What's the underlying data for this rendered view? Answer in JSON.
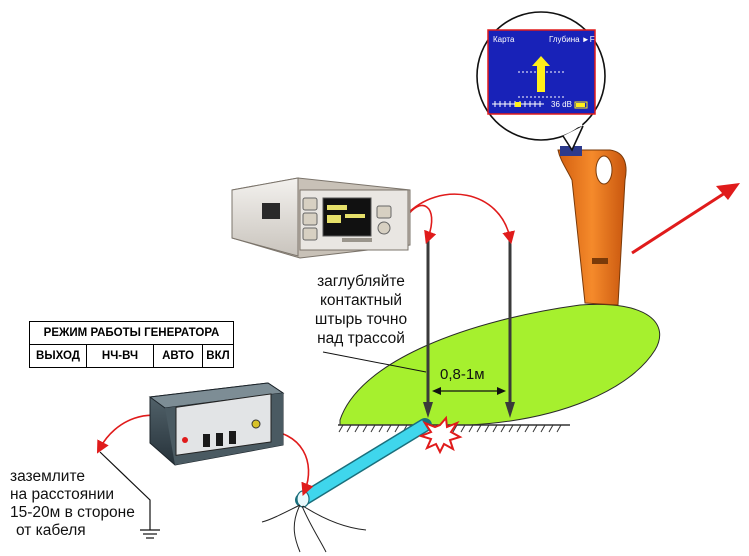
{
  "mode_table": {
    "header": "РЕЖИМ РАБОТЫ ГЕНЕРАТОРА",
    "cells": [
      "ВЫХОД",
      "НЧ-ВЧ",
      "АВТО",
      "ВКЛ"
    ]
  },
  "labels": {
    "stake_instruction": [
      "заглубляйте",
      "контактный",
      "штырь точно",
      "над трассой"
    ],
    "ground_instruction": [
      "заземлите",
      "на расстоянии",
      "15-20м в стороне",
      "от кабеля"
    ],
    "distance": "0,8-1м"
  },
  "receiver_screen": {
    "mode_left": "Карта",
    "mode_right": "Глубина ►F",
    "gain": "36 dB"
  },
  "colors": {
    "ground": "#a6f02e",
    "cable": "#3fd6ec",
    "wire": "#e01b1b",
    "arrow": "#e01b1b",
    "receiver": "#f07a1e",
    "screen_bg": "#1822b8",
    "screen_arrow": "#ffef1a"
  }
}
